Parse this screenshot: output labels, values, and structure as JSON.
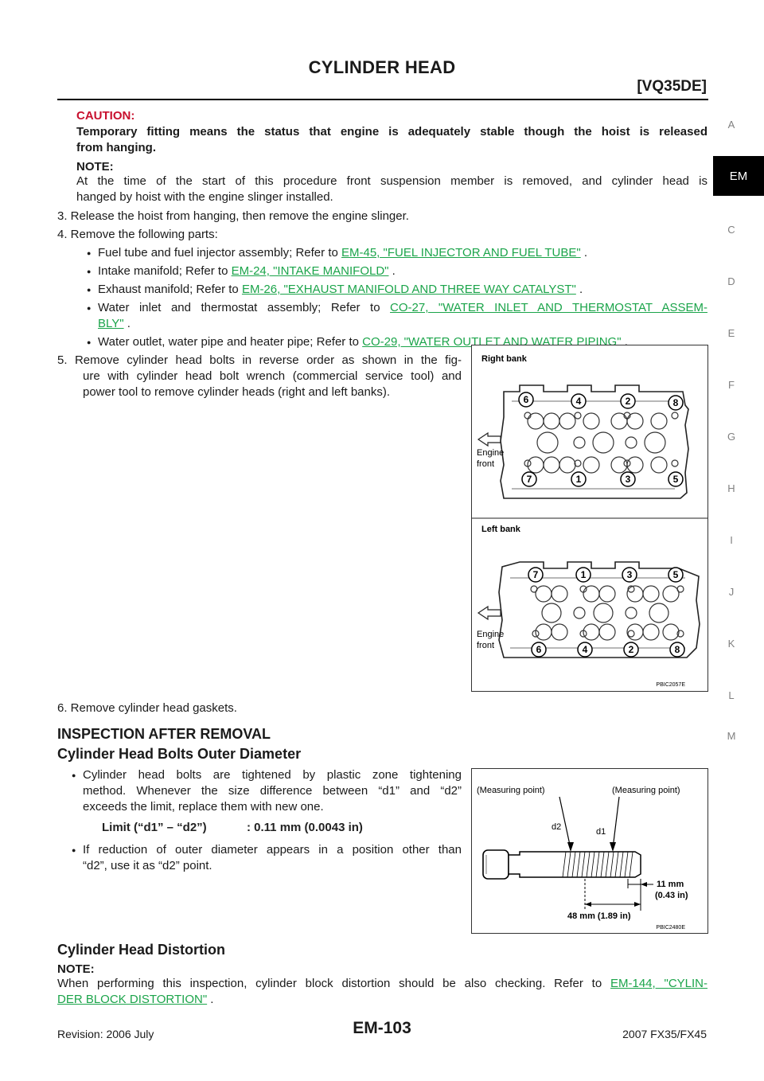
{
  "header": {
    "title": "CYLINDER HEAD",
    "model": "[VQ35DE]"
  },
  "side_index": {
    "letters": [
      "A",
      "C",
      "D",
      "E",
      "F",
      "G",
      "H",
      "I",
      "J",
      "K",
      "L",
      "M"
    ],
    "active": "EM"
  },
  "caution": {
    "heading": "CAUTION:",
    "line1": "Temporary fitting means the status that engine is adequately stable though the hoist is released",
    "line2": "from hanging."
  },
  "note1": {
    "heading": "NOTE:",
    "line1": "At the time of the start of this procedure front suspension member is removed, and cylinder head is",
    "line2": "hanged by hoist with the engine slinger installed."
  },
  "step3": "3.  Release the hoist from hanging, then remove the engine slinger.",
  "step4": "4.  Remove the following parts:",
  "parts": [
    {
      "text": "Fuel tube and fuel injector assembly; Refer to ",
      "link": "EM-45, \"FUEL INJECTOR AND FUEL TUBE\"",
      "after": " ."
    },
    {
      "text": "Intake manifold; Refer to ",
      "link": "EM-24, \"INTAKE MANIFOLD\"",
      "after": " ."
    },
    {
      "text": "Exhaust manifold; Refer to ",
      "link": "EM-26, \"EXHAUST MANIFOLD AND THREE WAY CATALYST\"",
      "after": " ."
    },
    {
      "text": "Water inlet and thermostat assembly; Refer to ",
      "link": "CO-27, \"WATER INLET AND THERMOSTAT ASSEM-",
      "link2": "BLY\"",
      "after": " ."
    },
    {
      "text": "Water outlet, water pipe and heater pipe; Refer to ",
      "link": "CO-29, \"WATER OUTLET AND WATER PIPING\"",
      "after": " ."
    }
  ],
  "step5": {
    "line1": "5.  Remove cylinder head bolts in reverse order as shown in the fig-",
    "line2": "ure with cylinder head bolt wrench (commercial service tool) and",
    "line3": "power tool to remove cylinder heads (right and left banks)."
  },
  "figure1": {
    "right_bank": "Right bank",
    "left_bank": "Left bank",
    "engine": "Engine",
    "front": "front",
    "right_top": [
      "6",
      "4",
      "2",
      "8"
    ],
    "right_bottom": [
      "7",
      "1",
      "3",
      "5"
    ],
    "left_top": [
      "7",
      "1",
      "3",
      "5"
    ],
    "left_bottom": [
      "6",
      "4",
      "2",
      "8"
    ],
    "code": "PBIC2057E"
  },
  "step6": "6.  Remove cylinder head gaskets.",
  "inspection_heading": "INSPECTION AFTER REMOVAL",
  "bolts_heading": "Cylinder Head Bolts Outer Diameter",
  "bolts_b1": {
    "line1": "Cylinder head bolts are tightened by plastic zone tightening",
    "line2": "method. Whenever the size difference between “d1” and “d2”",
    "line3": "exceeds the limit, replace them with new one."
  },
  "limit": {
    "label": "Limit (“d1” – “d2”)",
    "value": ": 0.11 mm (0.0043 in)"
  },
  "bolts_b2": {
    "line1": "If reduction of outer diameter appears in a position other than",
    "line2": "“d2”, use it as “d2” point."
  },
  "figure2": {
    "mp_left": "(Measuring point)",
    "mp_right": "(Measuring point)",
    "d2": "d2",
    "d1": "d1",
    "dim_11": "11 mm",
    "dim_11_in": "(0.43 in)",
    "dim_48": "48 mm (1.89 in)",
    "code": "PBIC2480E"
  },
  "distortion_heading": "Cylinder Head Distortion",
  "note2": {
    "heading": "NOTE:",
    "text": "When performing this inspection, cylinder block distortion should be also checking. Refer to ",
    "link": "EM-144, \"CYLIN-",
    "link2": "DER BLOCK DISTORTION\"",
    "after": " ."
  },
  "footer": {
    "revision": "Revision: 2006 July",
    "page": "EM-103",
    "model": "2007 FX35/FX45"
  }
}
